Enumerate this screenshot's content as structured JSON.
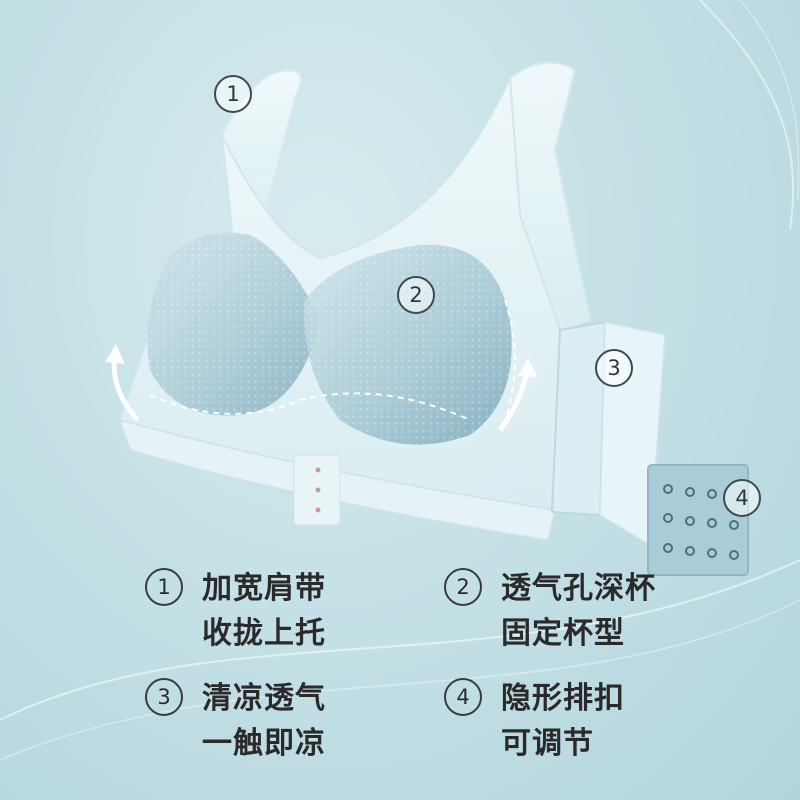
{
  "theme": {
    "background": "#c5e1e6",
    "text": "#2a2a2a"
  },
  "image": {
    "subject": "bra"
  },
  "markers": [
    {
      "number": "1"
    },
    {
      "number": "2"
    },
    {
      "number": "3"
    },
    {
      "number": "4"
    }
  ],
  "features": [
    {
      "number": "1",
      "line1": "加宽肩带",
      "line2": "收拢上托"
    },
    {
      "number": "2",
      "line1": "透气孔深杯",
      "line2": "固定杯型"
    },
    {
      "number": "3",
      "line1": "清凉透气",
      "line2": "一触即凉"
    },
    {
      "number": "4",
      "line1": "隐形排扣",
      "line2": "可调节"
    }
  ]
}
